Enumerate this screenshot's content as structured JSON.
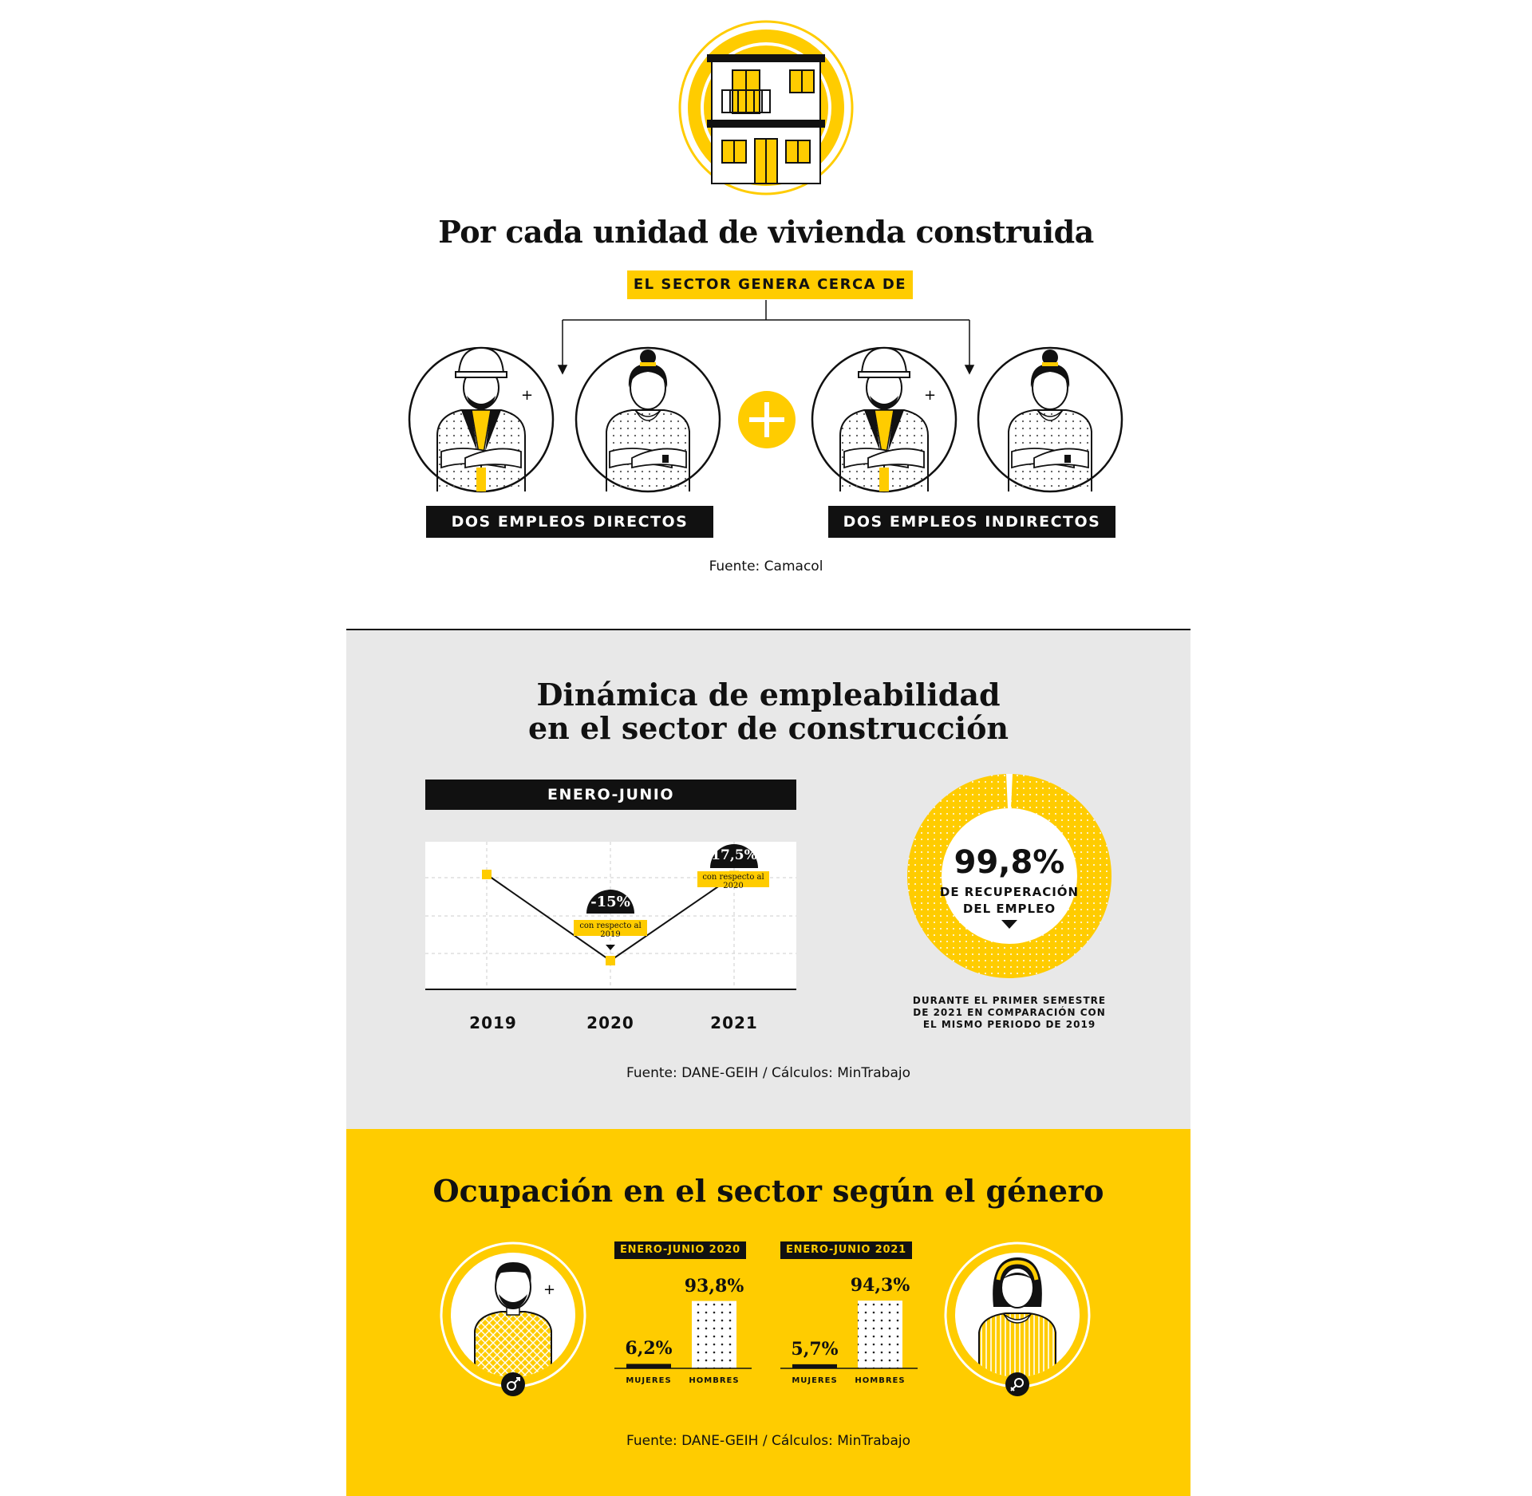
{
  "section1": {
    "title": "Por cada unidad de vivienda construida",
    "subtitle": "EL SECTOR GENERA CERCA DE",
    "direct_label": "DOS EMPLEOS DIRECTOS",
    "indirect_label": "DOS EMPLEOS INDIRECTOS",
    "source": "Fuente: Camacol"
  },
  "section2": {
    "title_line1": "Dinámica de empleabilidad",
    "title_line2": "en el sector de construcción",
    "period": "ENERO-JUNIO",
    "callout_2020_value": "-15%",
    "callout_2020_note": "con respecto al 2019",
    "callout_2021_value": "17,5%",
    "callout_2021_note": "con respecto al 2020",
    "recovery_value": "99,8%",
    "recovery_label_line1": "DE RECUPERACIÓN",
    "recovery_label_line2": "DEL EMPLEO",
    "recovery_note_line1": "DURANTE EL PRIMER SEMESTRE",
    "recovery_note_line2": "DE 2021 EN COMPARACIÓN CON",
    "recovery_note_line3": "EL MISMO PERIODO DE 2019",
    "source": "Fuente: DANE-GEIH / Cálculos: MinTrabajo"
  },
  "section3": {
    "title": "Ocupación en el sector según el género",
    "source": "Fuente: DANE-GEIH / Cálculos: MinTrabajo"
  },
  "chart_data": [
    {
      "type": "line",
      "categories": [
        "2019",
        "2020",
        "2021"
      ],
      "values": [
        100,
        85,
        99.8
      ],
      "annotations": [
        {
          "x": "2020",
          "text": "-15%",
          "note": "con respecto al 2019"
        },
        {
          "x": "2021",
          "text": "17,5%",
          "note": "con respecto al 2020"
        }
      ],
      "title": "ENERO-JUNIO",
      "grid": true
    },
    {
      "type": "pie",
      "values": [
        99.8,
        0.2
      ],
      "labels": [
        "99,8%",
        ""
      ],
      "colors": [
        "#FFCC00",
        "#FFFFFF"
      ]
    },
    {
      "type": "bar",
      "title": "ENERO-JUNIO 2020",
      "categories": [
        "MUJERES",
        "HOMBRES"
      ],
      "values": [
        6.2,
        93.8
      ],
      "value_labels": [
        "6,2%",
        "93,8%"
      ]
    },
    {
      "type": "bar",
      "title": "ENERO-JUNIO 2021",
      "categories": [
        "MUJERES",
        "HOMBRES"
      ],
      "values": [
        5.7,
        94.3
      ],
      "value_labels": [
        "5,7%",
        "94,3%"
      ]
    }
  ],
  "colors": {
    "accent": "#FFCC00",
    "dark": "#111111",
    "panel": "#E8E8E8"
  },
  "icons": [
    "house-icon",
    "worker-man-icon",
    "worker-woman-icon",
    "plus-icon",
    "male-symbol-icon",
    "female-symbol-icon",
    "arrow-down-icon"
  ]
}
